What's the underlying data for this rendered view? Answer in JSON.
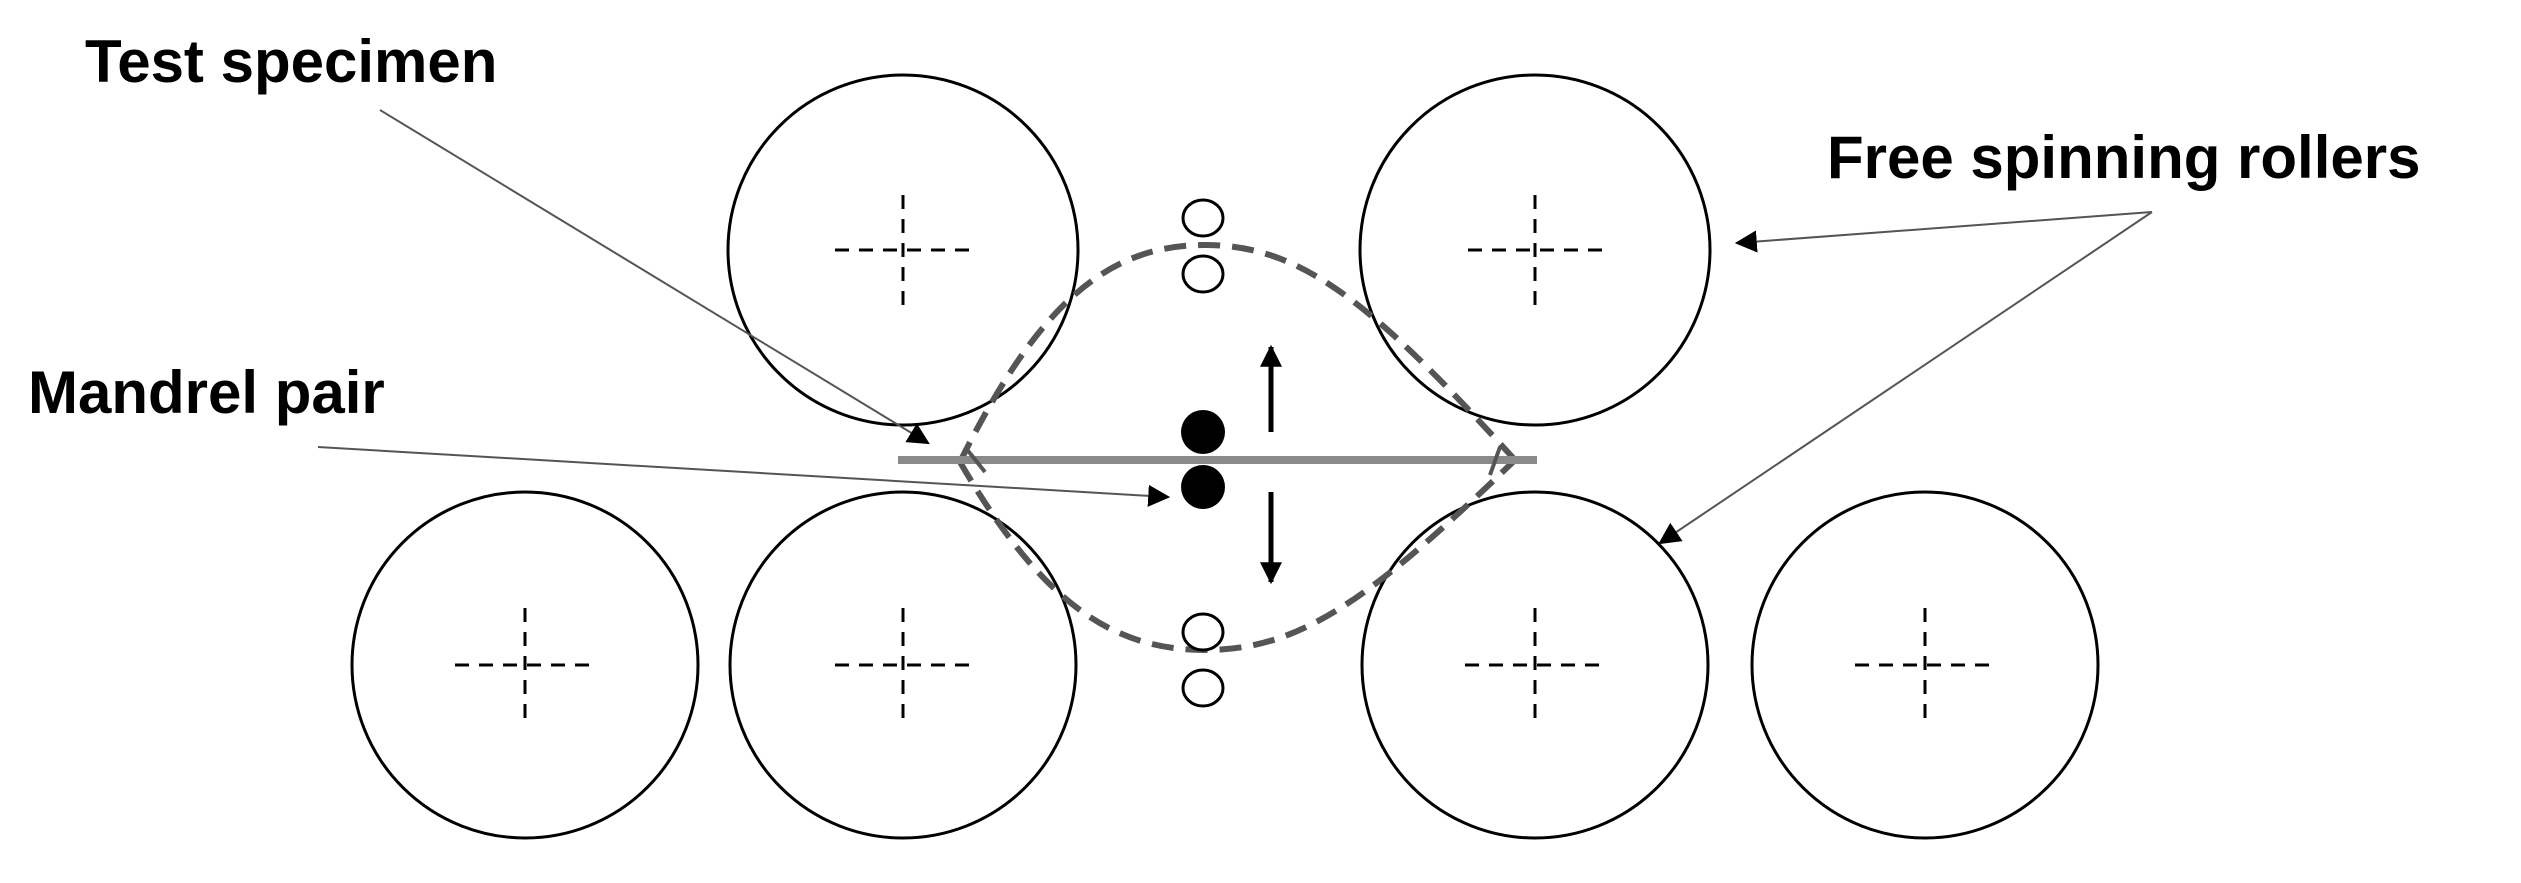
{
  "labels": {
    "test_specimen": "Test specimen",
    "free_spinning_rollers": "Free spinning rollers",
    "mandrel_pair": "Mandrel pair"
  },
  "icons": [
    "roller-icon",
    "mandrel-icon",
    "arrow-up-icon",
    "arrow-down-icon",
    "crosshair-icon"
  ],
  "colors": {
    "outline": "#000000",
    "leader_line": "#555555",
    "specimen": "#8a8a8a",
    "mandrel": "#000000",
    "background": "#ffffff"
  }
}
